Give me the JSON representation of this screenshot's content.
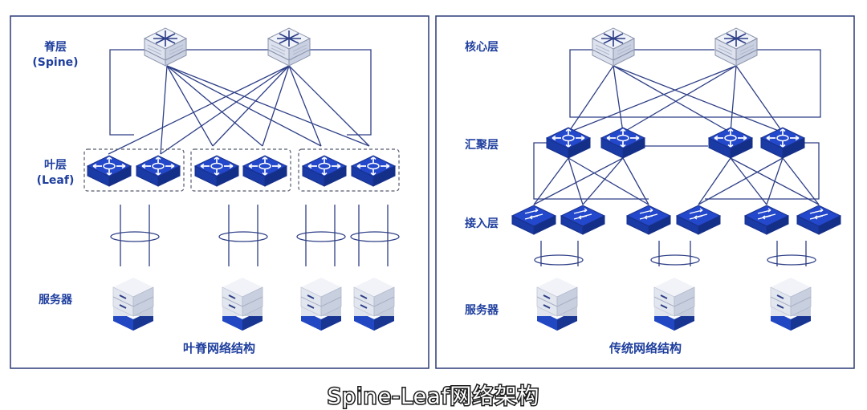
{
  "left_panel": {
    "spine_label": "脊层",
    "spine_label_sub": "(Spine)",
    "leaf_label": "叶层",
    "leaf_label_sub": "(Leaf)",
    "server_label": "服务器",
    "title": "叶脊网络结构"
  },
  "right_panel": {
    "core_label": "核心层",
    "aggregation_label": "汇聚层",
    "access_label": "接入层",
    "server_label": "服务器",
    "title": "传统网络结构"
  },
  "caption": "Spine-Leaf网络架构",
  "colors": {
    "primary_blue": "#2146c7",
    "label_blue": "#1f3f9e",
    "line": "#2e3f86",
    "panel_border": "#2c3a78"
  },
  "icons": [
    "core-switch-icon",
    "router-icon",
    "access-switch-icon",
    "server-icon"
  ]
}
